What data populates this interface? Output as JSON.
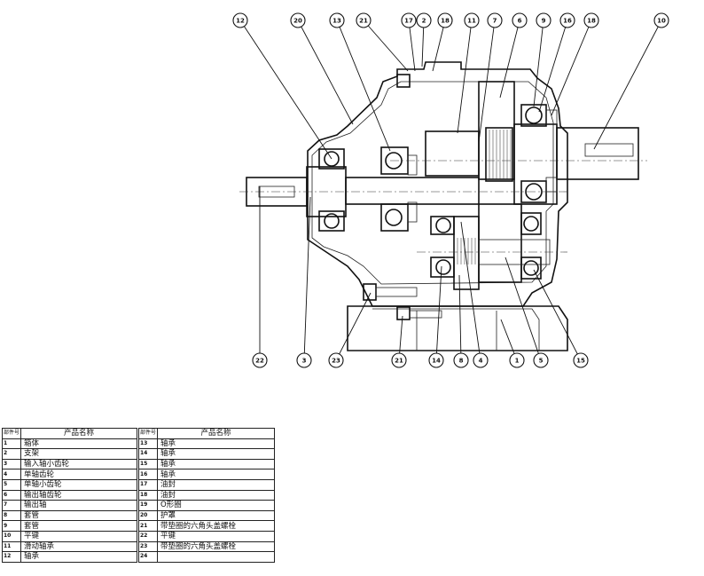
{
  "callouts": [
    "12",
    "20",
    "13",
    "21",
    "17",
    "2",
    "18",
    "11",
    "7",
    "6",
    "9",
    "16",
    "18",
    "10",
    "22",
    "3",
    "23",
    "21",
    "14",
    "8",
    "4",
    "1",
    "5",
    "15"
  ],
  "table": {
    "header_no": "部件号",
    "header_name": "产品名称",
    "left_rows": [
      {
        "no": "1",
        "name": "箱体"
      },
      {
        "no": "2",
        "name": "支架"
      },
      {
        "no": "3",
        "name": "输入轴小齿轮"
      },
      {
        "no": "4",
        "name": "单轴齿轮"
      },
      {
        "no": "5",
        "name": "单轴小齿轮"
      },
      {
        "no": "6",
        "name": "输出轴齿轮"
      },
      {
        "no": "7",
        "name": "输出轴"
      },
      {
        "no": "8",
        "name": "套管"
      },
      {
        "no": "9",
        "name": "套管"
      },
      {
        "no": "10",
        "name": "平键"
      },
      {
        "no": "11",
        "name": "滑动轴承"
      },
      {
        "no": "12",
        "name": "轴承"
      }
    ],
    "right_rows": [
      {
        "no": "13",
        "name": "轴承"
      },
      {
        "no": "14",
        "name": "轴承"
      },
      {
        "no": "15",
        "name": "轴承"
      },
      {
        "no": "16",
        "name": "轴承"
      },
      {
        "no": "17",
        "name": "油封"
      },
      {
        "no": "18",
        "name": "油封"
      },
      {
        "no": "19",
        "name": "O形圈"
      },
      {
        "no": "20",
        "name": "护罩"
      },
      {
        "no": "21",
        "name": "带垫圈的六角头盖螺栓"
      },
      {
        "no": "22",
        "name": "平键"
      },
      {
        "no": "23",
        "name": "带垫圈的六角头盖螺栓"
      },
      {
        "no": "24",
        "name": ""
      }
    ]
  }
}
